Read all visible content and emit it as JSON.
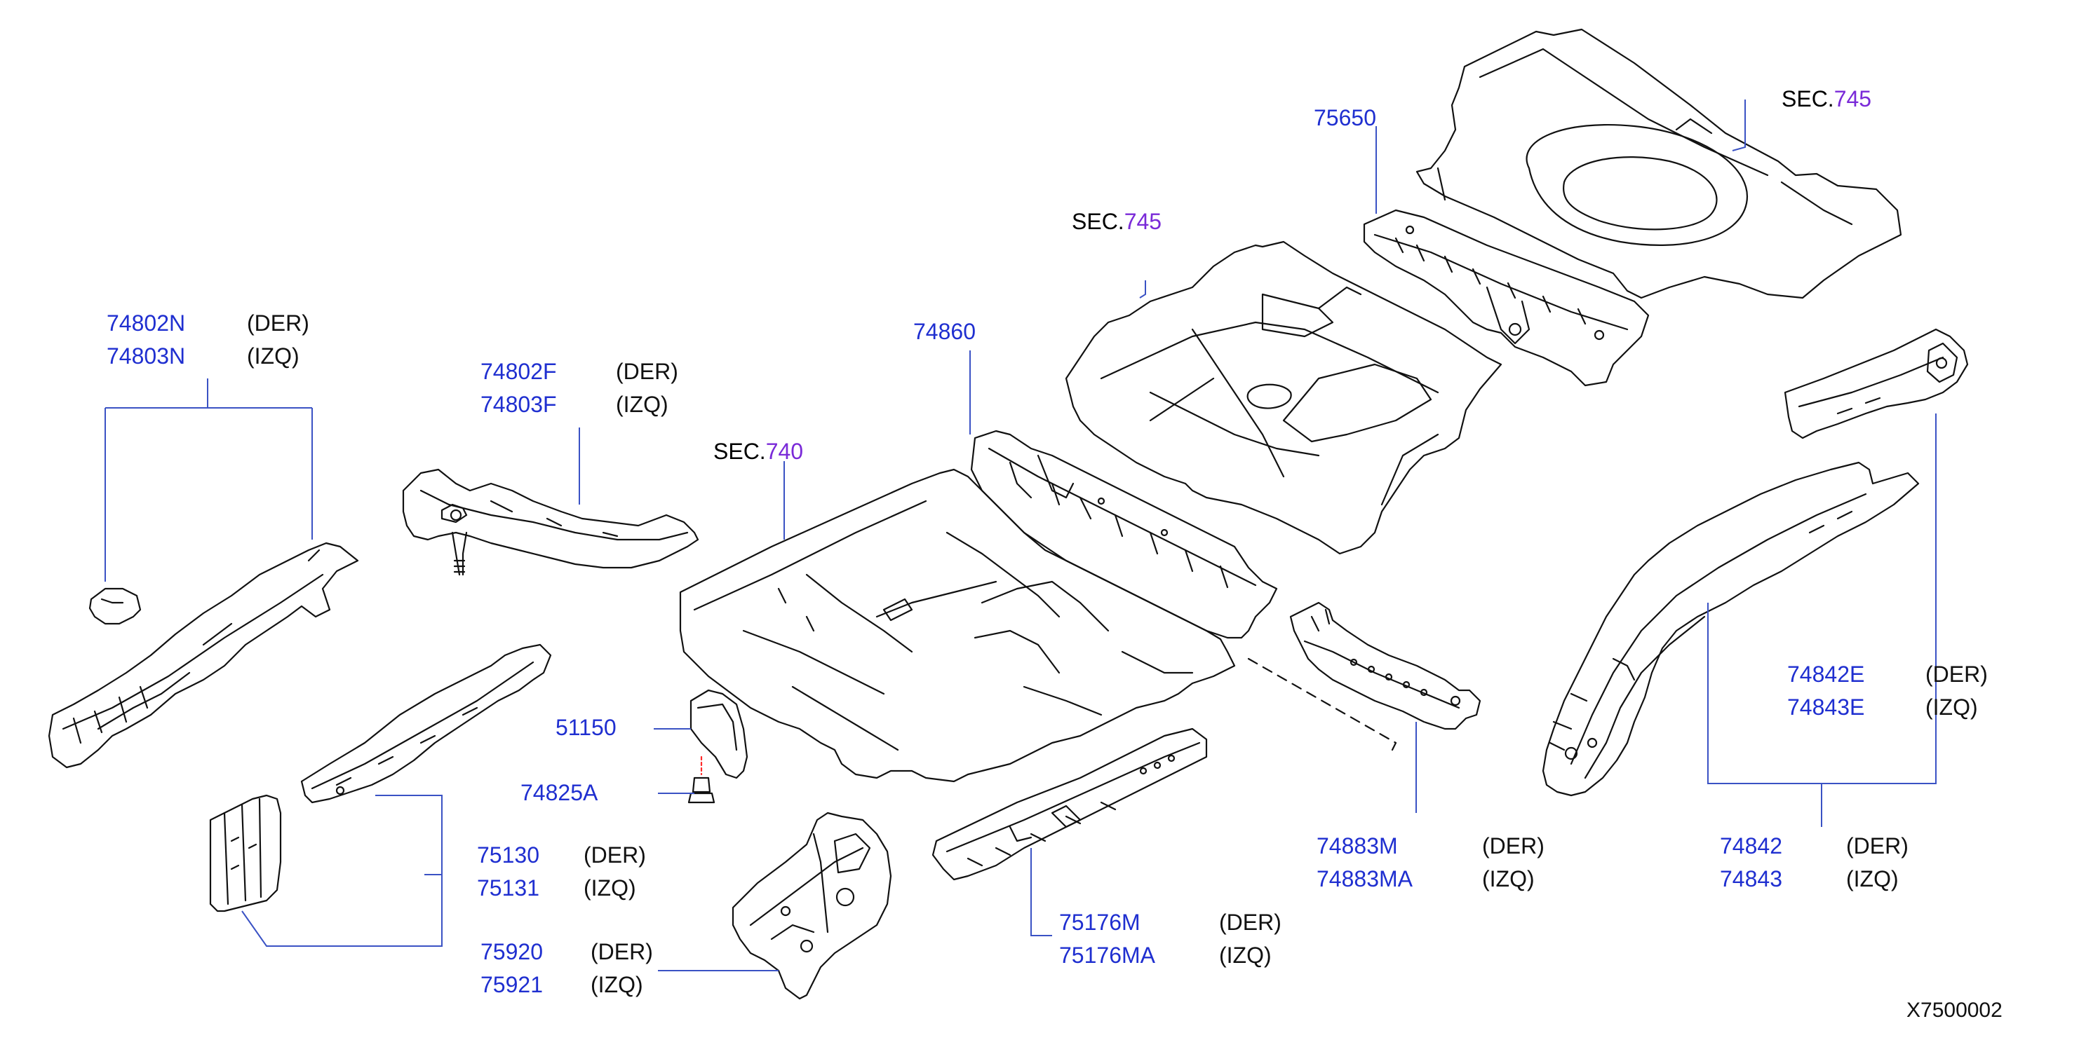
{
  "colors": {
    "part_number": "#1f2fd0",
    "section_number": "#7a2ad8",
    "leader_line": "#3a52c4",
    "outline": "#111111"
  },
  "diagram_id": "X7500002",
  "sections": [
    {
      "prefix": "SEC.",
      "number": "745"
    },
    {
      "prefix": "SEC.",
      "number": "745"
    },
    {
      "prefix": "SEC.",
      "number": "740"
    }
  ],
  "callouts": [
    {
      "parts": [
        {
          "number": "74802N",
          "side": "(DER)"
        },
        {
          "number": "74803N",
          "side": "(IZQ)"
        }
      ]
    },
    {
      "parts": [
        {
          "number": "74802F",
          "side": "(DER)"
        },
        {
          "number": "74803F",
          "side": "(IZQ)"
        }
      ]
    },
    {
      "parts": [
        {
          "number": "74860",
          "side": ""
        }
      ]
    },
    {
      "parts": [
        {
          "number": "75650",
          "side": ""
        }
      ]
    },
    {
      "parts": [
        {
          "number": "51150",
          "side": ""
        }
      ]
    },
    {
      "parts": [
        {
          "number": "74825A",
          "side": ""
        }
      ]
    },
    {
      "parts": [
        {
          "number": "75130",
          "side": "(DER)"
        },
        {
          "number": "75131",
          "side": "(IZQ)"
        }
      ]
    },
    {
      "parts": [
        {
          "number": "75920",
          "side": "(DER)"
        },
        {
          "number": "75921",
          "side": "(IZQ)"
        }
      ]
    },
    {
      "parts": [
        {
          "number": "75176M",
          "side": "(DER)"
        },
        {
          "number": "75176MA",
          "side": "(IZQ)"
        }
      ]
    },
    {
      "parts": [
        {
          "number": "74883M",
          "side": "(DER)"
        },
        {
          "number": "74883MA",
          "side": "(IZQ)"
        }
      ]
    },
    {
      "parts": [
        {
          "number": "74842E",
          "side": "(DER)"
        },
        {
          "number": "74843E",
          "side": "(IZQ)"
        }
      ]
    },
    {
      "parts": [
        {
          "number": "74842",
          "side": "(DER)"
        },
        {
          "number": "74843",
          "side": "(IZQ)"
        }
      ]
    }
  ]
}
